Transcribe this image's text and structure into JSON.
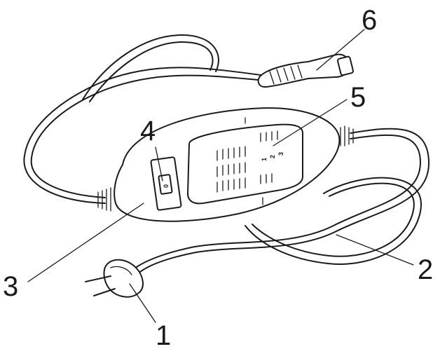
{
  "callouts": [
    {
      "id": "1",
      "label": "1"
    },
    {
      "id": "2",
      "label": "2"
    },
    {
      "id": "3",
      "label": "3"
    },
    {
      "id": "4",
      "label": "4"
    },
    {
      "id": "5",
      "label": "5"
    },
    {
      "id": "6",
      "label": "6"
    }
  ],
  "switch_mark": "0",
  "speed_marks": [
    "1",
    "2",
    "3"
  ],
  "colors": {
    "line": "#1a1a1a",
    "background": "#ffffff"
  }
}
